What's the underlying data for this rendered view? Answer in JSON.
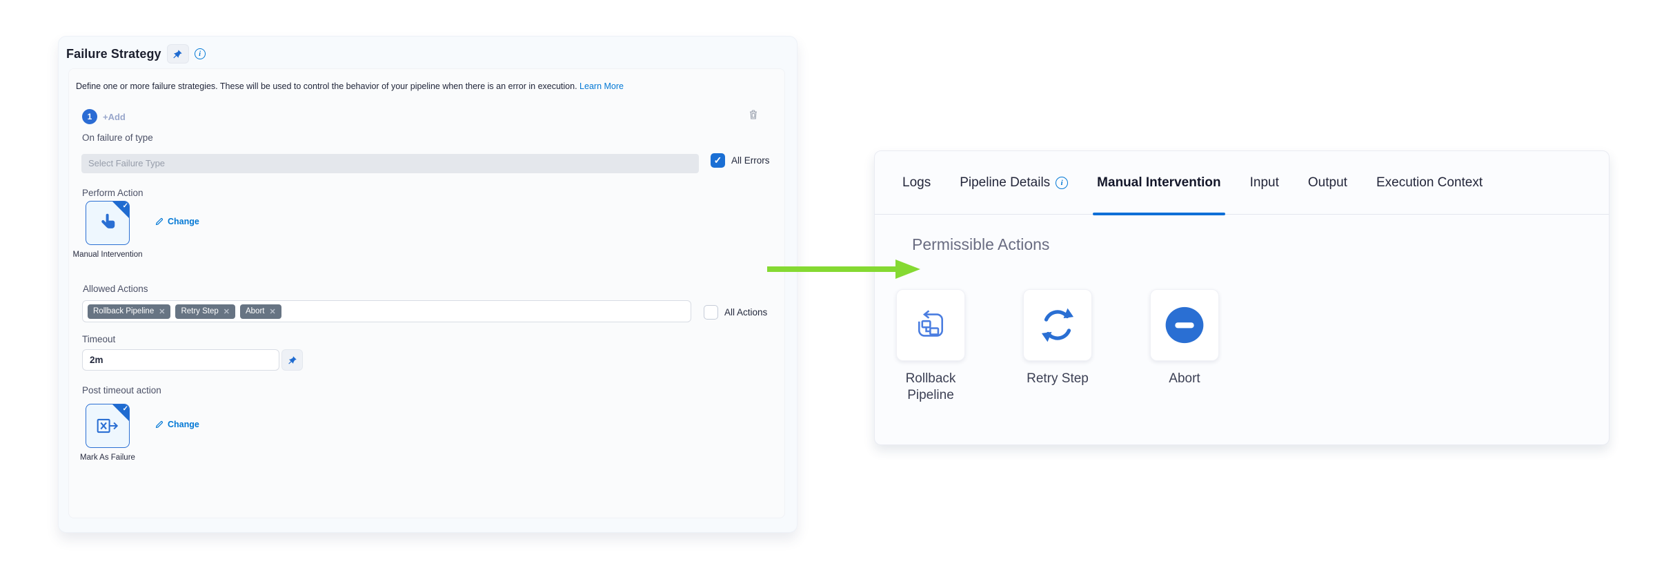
{
  "colors": {
    "accent_blue": "#0278d5",
    "icon_blue": "#2a6fd3",
    "arrow_green": "#85d932",
    "tag_slate": "#677483"
  },
  "failure_strategy_panel": {
    "title": "Failure Strategy",
    "description": "Define one or more failure strategies. These will be used to control the behavior of your pipeline when there is an error in execution.",
    "learn_more_label": "Learn More",
    "strategy_index": "1",
    "add_label": "+Add",
    "on_failure_label": "On failure of type",
    "failure_type_placeholder": "Select Failure Type",
    "all_errors": {
      "label": "All Errors",
      "checked": true
    },
    "perform_action_label": "Perform Action",
    "perform_action": {
      "name": "Manual Intervention",
      "change_label": "Change"
    },
    "allowed_actions_label": "Allowed Actions",
    "allowed_actions_tags": [
      "Rollback Pipeline",
      "Retry Step",
      "Abort"
    ],
    "all_actions": {
      "label": "All Actions",
      "checked": false
    },
    "timeout_label": "Timeout",
    "timeout_value": "2m",
    "post_timeout_label": "Post timeout action",
    "post_timeout_action": {
      "name": "Mark As Failure",
      "change_label": "Change"
    }
  },
  "details_panel": {
    "tabs": [
      {
        "label": "Logs",
        "active": false
      },
      {
        "label": "Pipeline Details",
        "active": false,
        "has_info_icon": true
      },
      {
        "label": "Manual Intervention",
        "active": true
      },
      {
        "label": "Input",
        "active": false
      },
      {
        "label": "Output",
        "active": false
      },
      {
        "label": "Execution Context",
        "active": false
      }
    ],
    "section_title": "Permissible Actions",
    "permissible_actions": [
      {
        "label": "Rollback Pipeline",
        "icon": "rollback-pipeline-icon"
      },
      {
        "label": "Retry Step",
        "icon": "retry-icon"
      },
      {
        "label": "Abort",
        "icon": "abort-icon"
      }
    ]
  }
}
